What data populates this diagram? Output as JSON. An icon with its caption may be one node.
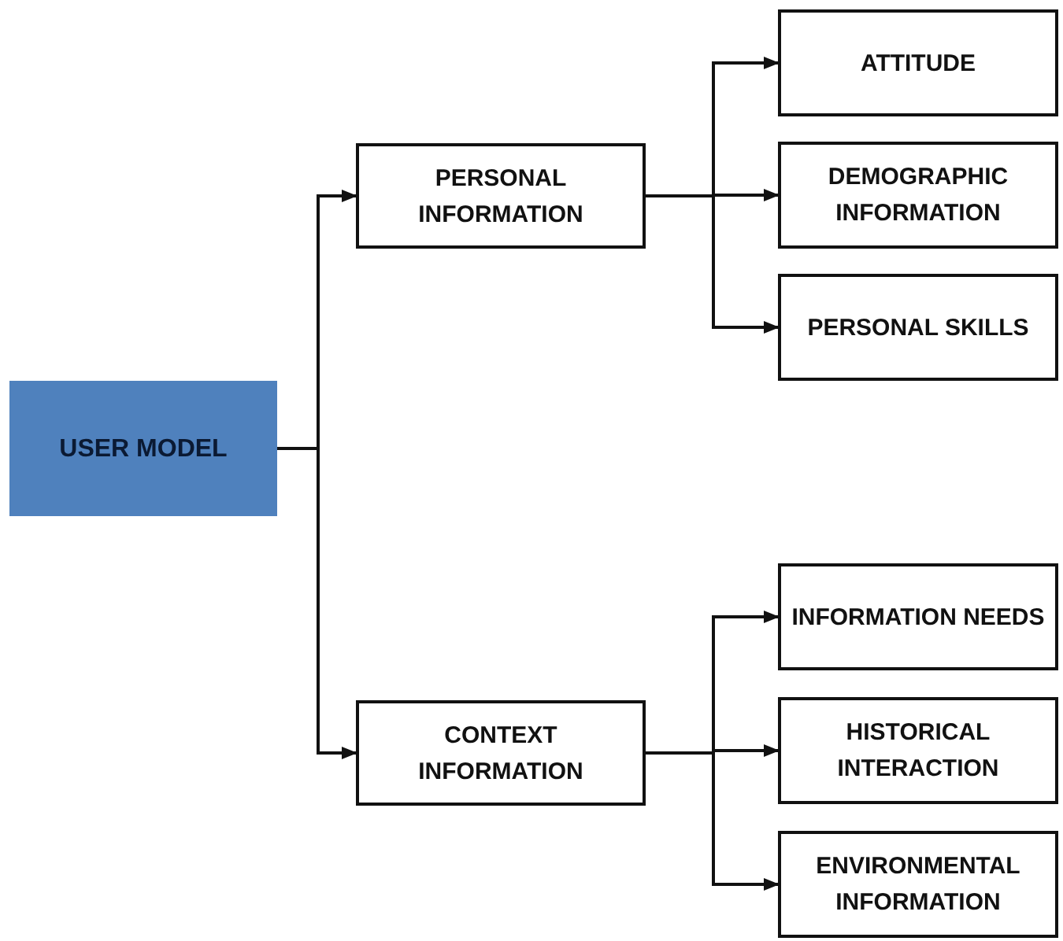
{
  "diagram": {
    "nodes": [
      {
        "text": [
          "USER MODEL"
        ]
      },
      {
        "text": [
          "PERSONAL INFORMATION"
        ]
      },
      {
        "text": [
          "CONTEXT INFORMATION"
        ]
      },
      {
        "text": [
          "ATTITUDE"
        ]
      },
      {
        "text": [
          "DEMOGRAPHIC INFORMATION"
        ]
      },
      {
        "text": [
          "PERSONAL SKILLS"
        ]
      },
      {
        "text": [
          "INFORMATION NEEDS"
        ]
      },
      {
        "text": [
          "HISTORICAL INTERACTION"
        ]
      },
      {
        "text": [
          "ENVIRONMENTAL INFORMATION"
        ]
      }
    ],
    "edges": [
      {
        "from": 0,
        "to": 1,
        "arrow": "to"
      },
      {
        "from": 0,
        "to": 2,
        "arrow": "to"
      },
      {
        "from": 1,
        "to": 3,
        "arrow": "to"
      },
      {
        "from": 1,
        "to": 4,
        "arrow": "to"
      },
      {
        "from": 1,
        "to": 5,
        "arrow": "to"
      },
      {
        "from": 2,
        "to": 6,
        "arrow": "to"
      },
      {
        "from": 2,
        "to": 7,
        "arrow": "to"
      },
      {
        "from": 2,
        "to": 8,
        "arrow": "to"
      }
    ]
  }
}
